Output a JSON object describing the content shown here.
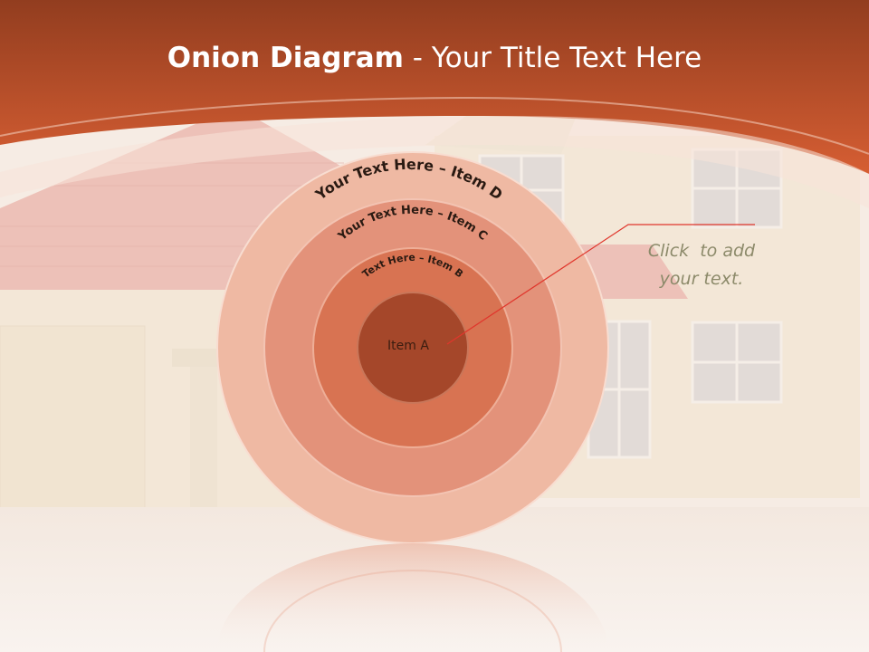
{
  "title": {
    "bold": "Onion Diagram",
    "rest": " - Your Title Text Here"
  },
  "rings": [
    {
      "label": "Your Text Here – Item D",
      "color": "#efb9a3"
    },
    {
      "label": "Your Text Here – Item C",
      "color": "#e3927a"
    },
    {
      "label": "Text Here – Item B",
      "color": "#d87352"
    },
    {
      "label": "Item A",
      "color": "#a5472a"
    }
  ],
  "callout": {
    "line1": "Click  to add",
    "line2": "your text."
  },
  "colors": {
    "header": "#c85a32",
    "accent_line": "#e0362c"
  }
}
